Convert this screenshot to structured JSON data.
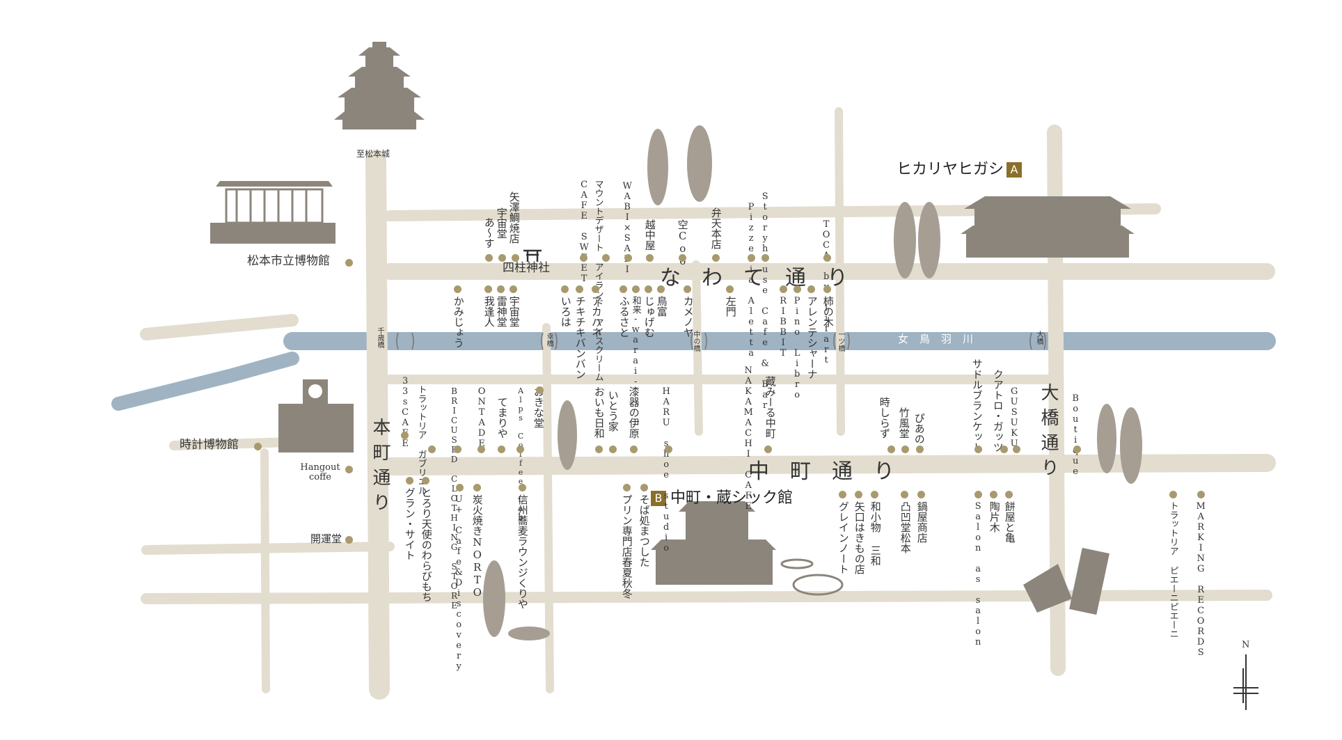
{
  "landmarks": {
    "castle_caption": "至松本城",
    "museum_city": "松本市立博物館",
    "museum_clock": "時計博物館",
    "shrine": "四柱神社",
    "hangout": "Hangout coffe",
    "kaiundo": "開運堂"
  },
  "highlights": {
    "a_name": "ヒカリヤヒガシ",
    "a_badge": "A",
    "b_name": "中町・蔵シック館",
    "b_badge": "B"
  },
  "roads": {
    "nawate": "なわて通り",
    "nakamachi": "中町通り",
    "honmachi": "本町通り",
    "ohashi": "大橋通り"
  },
  "river": "女鳥羽川",
  "bridges": {
    "chitose": "千歳橋",
    "saiwai": "幸橋",
    "naka": "中の橋",
    "hitotsu": "一ツ橋",
    "ohashi": "大橋"
  },
  "compass": "N",
  "shops": {
    "s1": "矢澤鯛焼店",
    "s2": "宇宙堂",
    "s3": "あ〜す",
    "s4": "CAFE SWEET",
    "s5": "マウントデザート アイランド アイスクリーム",
    "s6": "WABI×SABI",
    "s7": "越中屋",
    "s8": "空Coo",
    "s9": "弁天本店",
    "s10": "Storyhouse Cafe & Bar",
    "s11": "Pizzeria Aletta",
    "s12": "TOCA by lifart",
    "n1": "かみじょう",
    "n2": "我逢人",
    "n3": "雷神堂",
    "n4": "宇宙堂",
    "n5": "いろは",
    "n6": "チキチキバンバン",
    "n7": "アカハネ",
    "n8": "ふるさと",
    "n9": "和来-warai-",
    "n10": "じゅげむ",
    "n11": "鳥富",
    "n12": "カメノヤ",
    "n13": "左門",
    "n14": "RIBBIT",
    "n15": "Pino Libro",
    "n16": "アレンテシャーナ",
    "n17": "柿の木",
    "m1": "33sCAFE",
    "m2": "トラットリア ガブリエル",
    "m3": "BRICUSED CLOTHING STORE",
    "m4": "ONTADE",
    "m5": "てまりや",
    "m6": "Alps Coffee Lab",
    "m7": "おきな堂",
    "m8": "おいも日和",
    "m9": "いとう家",
    "m10": "漆器の伊原",
    "m11": "HARU shoe studio",
    "m12": "NAKAMACHI CAFE",
    "m13": "蔵みーる中町",
    "m14": "時しらず",
    "m15": "竹風堂",
    "m16": "ぴあの",
    "m17": "サドルブランケット",
    "m18": "クアトロ・ガッツ",
    "m19": "GUSUKU",
    "m20": "Boutique",
    "b1": "グラン・サイト",
    "b2": "とろり天使のわらびもち",
    "b3": "U+ Cafe&Discovery",
    "b4": "炭火焼きNORTO",
    "b5": "信州蕎麦ラウンジくりや",
    "b6": "プリン専門店春夏秋冬",
    "b7": "そば処まつした",
    "b8": "グレインノート",
    "b9": "矢口はきもの店",
    "b10": "和小物 三和",
    "b11": "凸凹堂松本",
    "b12": "鍋屋商店",
    "b13": "Salon as salon",
    "b14": "陶片木",
    "b15": "餅屋と亀",
    "b16": "トラットリア ピエーニピエーニ",
    "b17": "MARKING RECORDS"
  }
}
